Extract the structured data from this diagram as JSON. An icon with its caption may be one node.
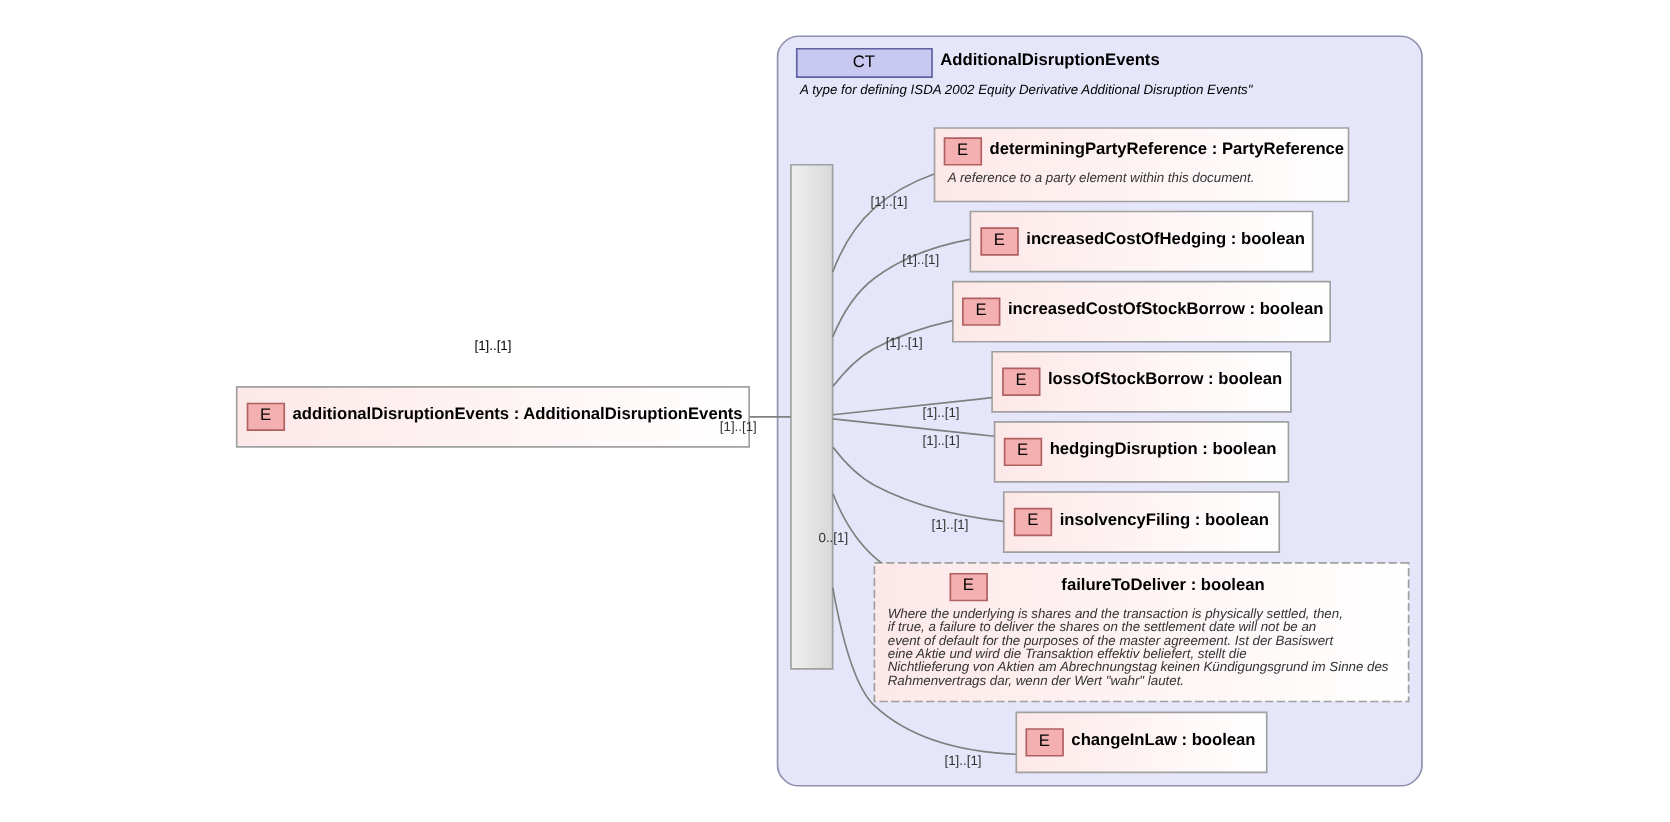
{
  "diagram": {
    "nodes": [
      {
        "text": [
          "E",
          "additionalDisruptionEvents : AdditionalDisruptionEvents"
        ],
        "beside": [
          "[1]..[1]"
        ]
      },
      {
        "text": [
          "CT",
          "AdditionalDisruptionEvents",
          "A type for defining ISDA 2002 Equity Derivative Additional Disruption Events\""
        ]
      },
      {
        "text": [],
        "shape": "bar",
        "in": 1
      },
      {
        "text": [
          "E",
          "changeInLaw : boolean"
        ],
        "in": 1
      },
      {
        "text": [
          "E",
          "failureToDeliver : boolean",
          "Where the underlying is shares and the transaction is physically settled, then, if true, a failure to deliver the shares on the settlement date will not be an event of default for the purposes of the master agreement. Ist der Basiswert eine Aktie und wird die Transaktion effektiv beliefert, stellt die Nichtlieferung von Aktien am Abrechnungstag keinen Kündigungsgrund im Sinne des Rahmenvertrags dar, wenn der Wert \"wahr\" lautet."
        ],
        "in": 1
      },
      {
        "text": [
          "E",
          "insolvencyFiling : boolean"
        ],
        "in": 1
      },
      {
        "text": [
          "E",
          "hedgingDisruption : boolean"
        ],
        "in": 1
      },
      {
        "text": [
          "E",
          "lossOfStockBorrow : boolean"
        ],
        "in": 1
      },
      {
        "text": [
          "E",
          "increasedCostOfStockBorrow : boolean"
        ],
        "in": 1
      },
      {
        "text": [
          "E",
          "increasedCostOfHedging : boolean"
        ],
        "in": 1
      },
      {
        "text": [
          "E",
          "determiningPartyReference : PartyReference",
          "A reference to a party element within this document."
        ],
        "in": 1
      }
    ],
    "edges": [
      {
        "from": 0,
        "to": 2,
        "arrow": "none",
        "label": "[1]..[1]"
      },
      {
        "from": 2,
        "to": 3,
        "arrow": "none",
        "label": "[1]..[1]"
      },
      {
        "from": 2,
        "to": 4,
        "arrow": "none",
        "label": "0..[1]"
      },
      {
        "from": 2,
        "to": 5,
        "arrow": "none",
        "label": "[1]..[1]"
      },
      {
        "from": 2,
        "to": 6,
        "arrow": "none",
        "label": "[1]..[1]"
      },
      {
        "from": 2,
        "to": 7,
        "arrow": "none",
        "label": "[1]..[1]"
      },
      {
        "from": 2,
        "to": 8,
        "arrow": "none",
        "label": "[1]..[1]"
      },
      {
        "from": 2,
        "to": 9,
        "arrow": "none",
        "label": "[1]..[1]"
      },
      {
        "from": 2,
        "to": 10,
        "arrow": "none",
        "label": "[1]..[1]"
      }
    ]
  }
}
